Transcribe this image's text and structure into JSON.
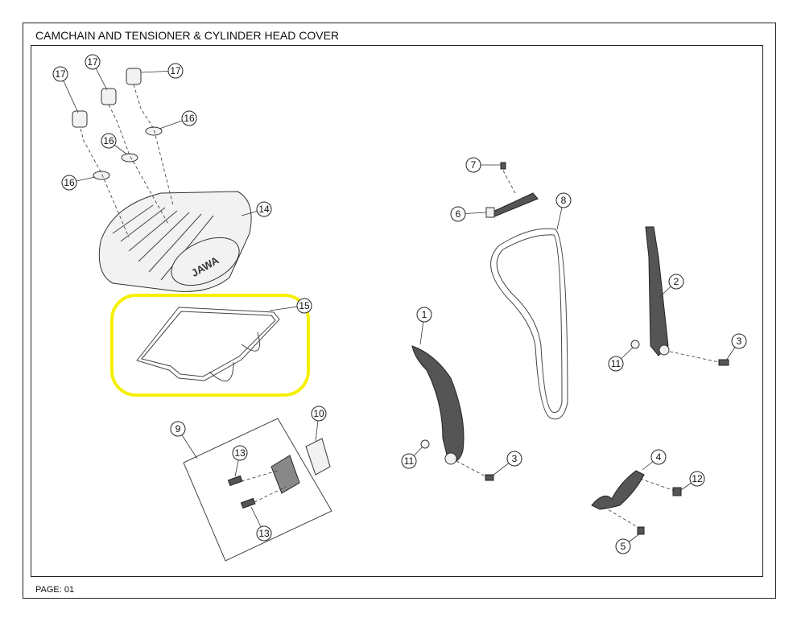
{
  "title": "CAMCHAIN AND TENSIONER & CYLINDER HEAD COVER",
  "page_label": "PAGE: 01",
  "highlight_color": "#f5ef00",
  "callouts": {
    "c17a": "17",
    "c17b": "17",
    "c17c": "17",
    "c16a": "16",
    "c16b": "16",
    "c16c": "16",
    "c14": "14",
    "c15": "15",
    "c7": "7",
    "c6": "6",
    "c8": "8",
    "c2": "2",
    "c3a": "3",
    "c11a": "11",
    "c1": "1",
    "c11b": "11",
    "c3b": "3",
    "c9": "9",
    "c10": "10",
    "c13a": "13",
    "c13b": "13",
    "c4": "4",
    "c12": "12",
    "c5": "5"
  },
  "logo_text": "JAWA"
}
